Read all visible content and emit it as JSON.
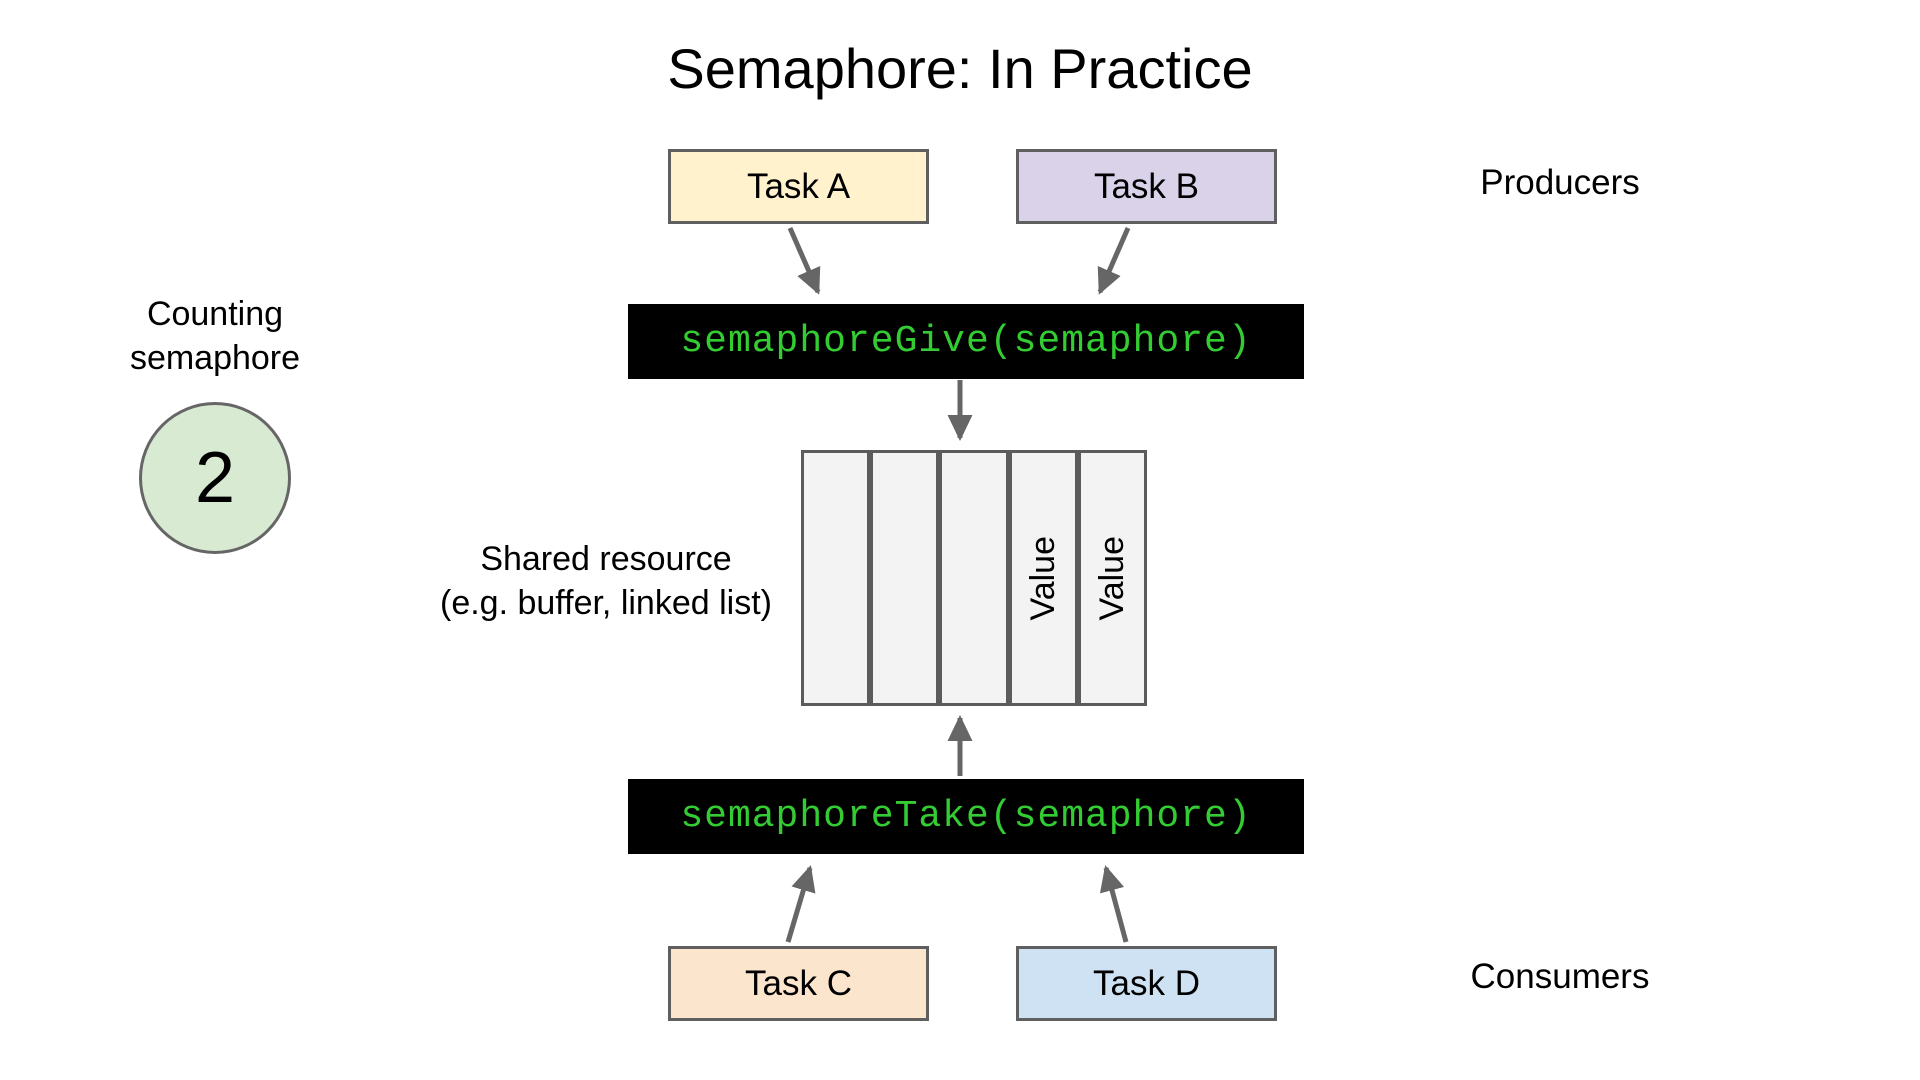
{
  "title": "Semaphore: In Practice",
  "side_labels": {
    "producers": "Producers",
    "consumers": "Consumers"
  },
  "tasks": {
    "a": {
      "label": "Task A",
      "color": "#FFF2CC"
    },
    "b": {
      "label": "Task B",
      "color": "#D9D2E9"
    },
    "c": {
      "label": "Task C",
      "color": "#FCE5CD"
    },
    "d": {
      "label": "Task D",
      "color": "#CFE2F3"
    }
  },
  "code_bars": {
    "give": "semaphoreGive(semaphore)",
    "take": "semaphoreTake(semaphore)"
  },
  "counting_semaphore": {
    "label": "Counting semaphore",
    "value": "2",
    "circle_color": "#D9EAD3"
  },
  "shared_resource": {
    "line1": "Shared resource",
    "line2": "(e.g. buffer, linked list)"
  },
  "buffer": {
    "cells": [
      "",
      "",
      "",
      "Value",
      "Value"
    ],
    "cell_color": "#F3F3F3"
  },
  "colors": {
    "code_bar_bg": "#000000",
    "code_text_green": "#33CC33",
    "border_gray": "#5F5F5F",
    "arrow_gray": "#666666"
  }
}
